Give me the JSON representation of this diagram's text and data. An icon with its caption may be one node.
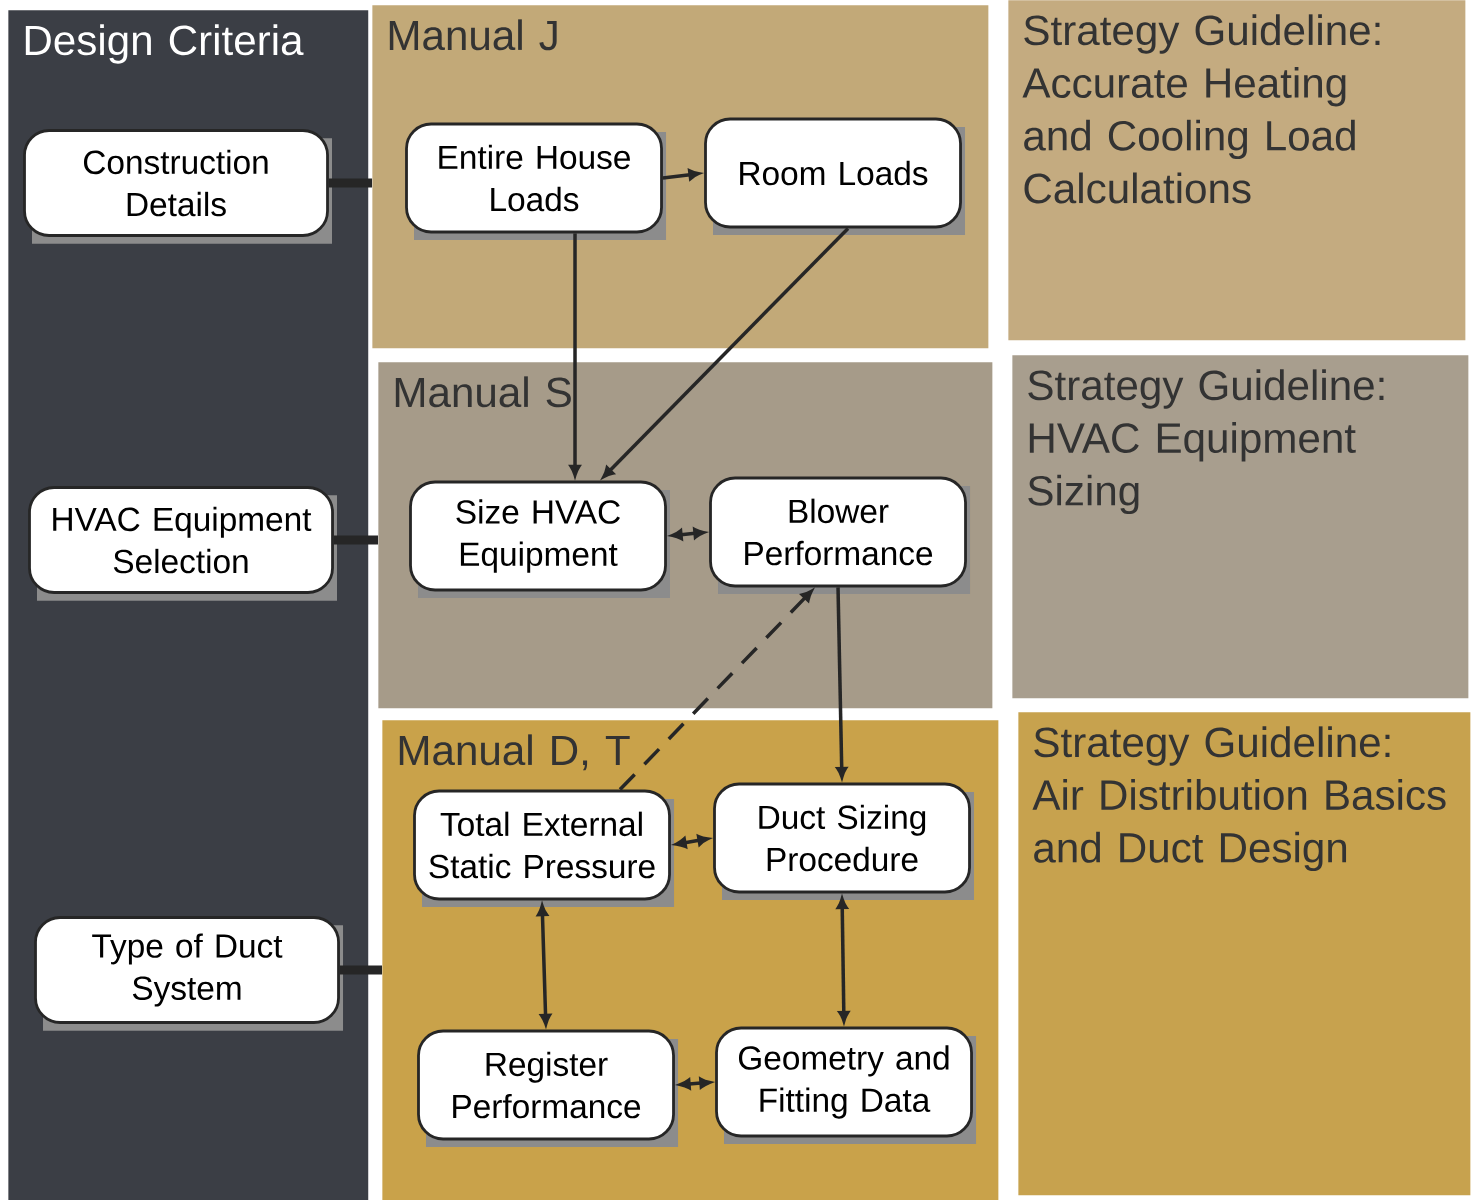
{
  "diagram": {
    "nodes": [
      {
        "text": [
          "Design Criteria"
        ]
      },
      {
        "text": [
          "Construction Details"
        ],
        "in": 0
      },
      {
        "text": [
          "HVAC Equipment Selection"
        ],
        "in": 0
      },
      {
        "text": [
          "Type of Duct System"
        ],
        "in": 0
      },
      {
        "text": [
          "Manual J"
        ]
      },
      {
        "text": [
          "Entire House Loads"
        ],
        "in": 4
      },
      {
        "text": [
          "Room Loads"
        ],
        "in": 4
      },
      {
        "text": [
          "Strategy Guideline: Accurate Heating and Cooling Load Calculations"
        ]
      },
      {
        "text": [
          "Manual S"
        ]
      },
      {
        "text": [
          "Size HVAC Equipment"
        ],
        "in": 8
      },
      {
        "text": [
          "Blower Performance"
        ],
        "in": 8
      },
      {
        "text": [
          "Strategy Guideline: HVAC Equipment Sizing"
        ]
      },
      {
        "text": [
          "Manual D, T"
        ]
      },
      {
        "text": [
          "Total External Static Pressure"
        ],
        "in": 12
      },
      {
        "text": [
          "Duct Sizing Procedure"
        ],
        "in": 12
      },
      {
        "text": [
          "Register Performance"
        ],
        "in": 12
      },
      {
        "text": [
          "Geometry and Fitting Data"
        ],
        "in": 12
      },
      {
        "text": [
          "Strategy Guideline: Air Distribution Basics and Duct Design"
        ]
      }
    ],
    "edges": [
      {
        "from": 1,
        "to": 4,
        "arrow": "none",
        "style": "thick"
      },
      {
        "from": 2,
        "to": 8,
        "arrow": "none",
        "style": "thick"
      },
      {
        "from": 3,
        "to": 12,
        "arrow": "none",
        "style": "thick"
      },
      {
        "from": 5,
        "to": 6,
        "arrow": "to"
      },
      {
        "from": 5,
        "to": 9,
        "arrow": "to"
      },
      {
        "from": 6,
        "to": 9,
        "arrow": "to"
      },
      {
        "from": 9,
        "to": 10,
        "arrow": "both"
      },
      {
        "from": 13,
        "to": 10,
        "arrow": "to",
        "style": "dashed"
      },
      {
        "from": 10,
        "to": 14,
        "arrow": "to"
      },
      {
        "from": 13,
        "to": 14,
        "arrow": "both"
      },
      {
        "from": 13,
        "to": 15,
        "arrow": "both"
      },
      {
        "from": 14,
        "to": 16,
        "arrow": "both"
      },
      {
        "from": 15,
        "to": 16,
        "arrow": "both"
      }
    ]
  }
}
